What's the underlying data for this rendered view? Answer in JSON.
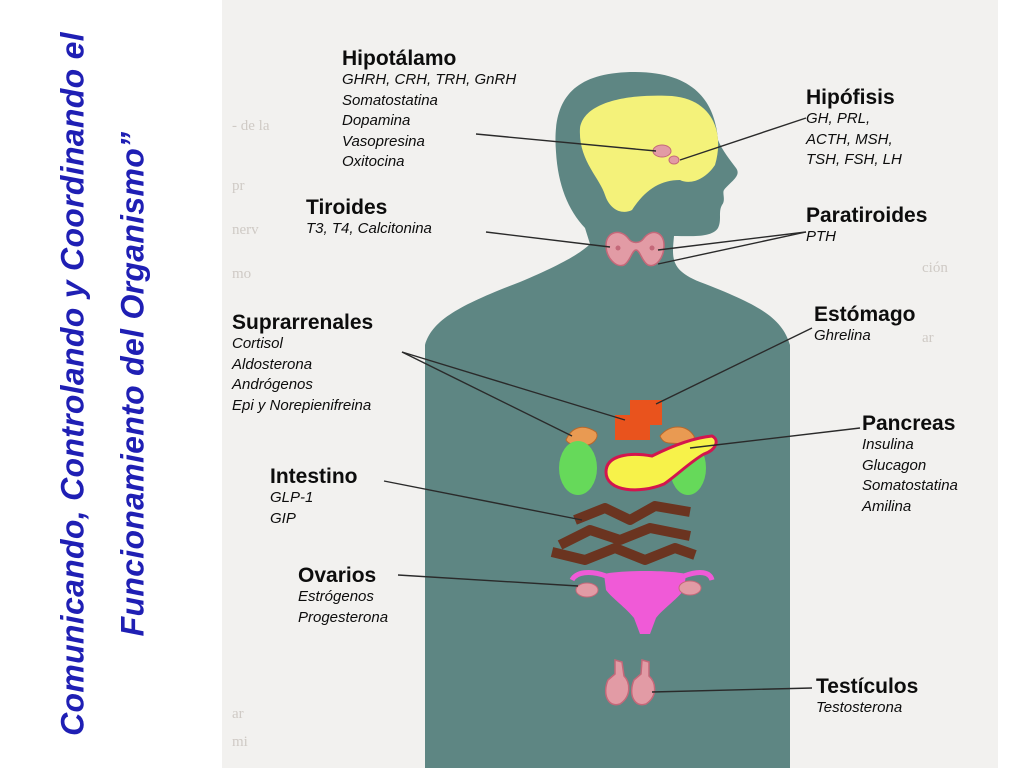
{
  "title": {
    "line1": "Comunicando, Controlando y Coordinando el",
    "line2": "Funcionamiento del Organismo”"
  },
  "colors": {
    "title": "#1f1fb4",
    "body": "#5e8683",
    "brain": "#f4f27a",
    "gland": "#e29ba5",
    "stomach": "#e9531d",
    "kidney": "#66d95a",
    "adrenal": "#e99a52",
    "pancreas": "#f7f24a",
    "intestine": "#6b3420",
    "uterus": "#f05ad7"
  },
  "glands": {
    "hipotalamo": {
      "name": "Hipotálamo",
      "hormones": [
        "GHRH, CRH, TRH, GnRH",
        "Somatostatina",
        "Dopamina",
        "Vasopresina",
        "Oxitocina"
      ]
    },
    "hipofisis": {
      "name": "Hipófisis",
      "hormones": [
        "GH, PRL,",
        "ACTH, MSH,",
        "TSH, FSH, LH"
      ]
    },
    "tiroides": {
      "name": "Tiroides",
      "hormones": [
        "T3, T4, Calcitonina"
      ]
    },
    "paratiroides": {
      "name": "Paratiroides",
      "hormones": [
        "PTH"
      ]
    },
    "suprarrenales": {
      "name": "Suprarrenales",
      "hormones": [
        "Cortisol",
        "Aldosterona",
        "Andrógenos",
        "Epi y Norepienifreina"
      ]
    },
    "estomago": {
      "name": "Estómago",
      "hormones": [
        "Ghrelina"
      ]
    },
    "pancreas": {
      "name": "Pancreas",
      "hormones": [
        "Insulina",
        "Glucagon",
        "Somatostatina",
        "Amilina"
      ]
    },
    "intestino": {
      "name": "Intestino",
      "hormones": [
        "GLP-1",
        "GIP"
      ]
    },
    "ovarios": {
      "name": "Ovarios",
      "hormones": [
        "Estrógenos",
        "Progesterona"
      ]
    },
    "testiculos": {
      "name": "Testículos",
      "hormones": [
        "Testosterona"
      ]
    }
  }
}
